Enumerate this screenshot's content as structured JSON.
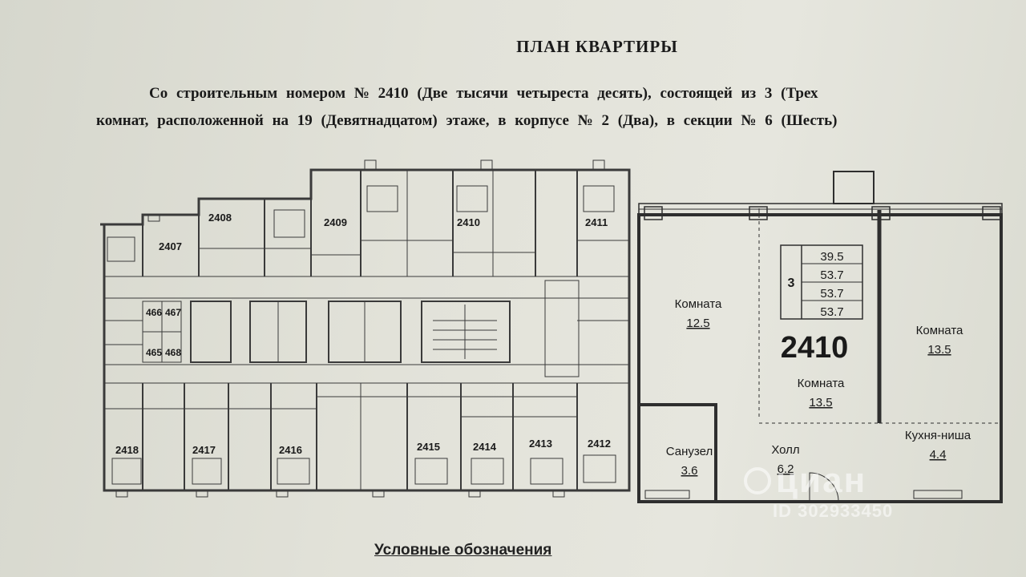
{
  "document": {
    "title": "ПЛАН КВАРТИРЫ",
    "line1": "Со строительным номером № 2410 (Две тысячи четыреста десять), состоящей из 3 (Трех",
    "line2": "комнат, расположенной на 19 (Девятнадцатом) этаже, в корпусе № 2 (Два), в секции № 6 (Шесть)",
    "legend_title": "Условные обозначения"
  },
  "floor_plan": {
    "apartments_top": [
      "2408",
      "2407",
      "2409",
      "2410",
      "2411"
    ],
    "apartments_bottom": [
      "2418",
      "2417",
      "2416",
      "2415",
      "2414",
      "2413",
      "2412"
    ],
    "storage": [
      "466",
      "467",
      "465",
      "468"
    ]
  },
  "apartment": {
    "number": "2410",
    "rooms_count": "3",
    "areas": [
      "39.5",
      "53.7",
      "53.7",
      "53.7"
    ],
    "rooms": [
      {
        "name": "Комната",
        "area": "12.5"
      },
      {
        "name": "Комната",
        "area": "13.5"
      },
      {
        "name": "Комната",
        "area": "13.5"
      },
      {
        "name": "Санузел",
        "area": "3.6"
      },
      {
        "name": "Холл",
        "area": "6.2"
      },
      {
        "name": "Кухня-ниша",
        "area": "4.4"
      }
    ]
  },
  "watermark": {
    "logo": "циан",
    "id": "ID 302933450"
  }
}
